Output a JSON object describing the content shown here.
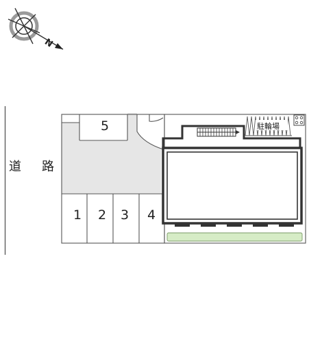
{
  "compass": {
    "north_letter": "N",
    "icon": "compass-icon"
  },
  "road": {
    "chars": [
      "道",
      "路"
    ]
  },
  "parking": {
    "spaces": [
      "1",
      "2",
      "3",
      "4"
    ],
    "top_space": "5"
  },
  "bicycle_parking": {
    "label": "駐輪場"
  },
  "colors": {
    "lot_fill": "#e6e6e6",
    "building_outline": "#333333",
    "hedge": "#d6ecc6",
    "line": "#555555"
  }
}
